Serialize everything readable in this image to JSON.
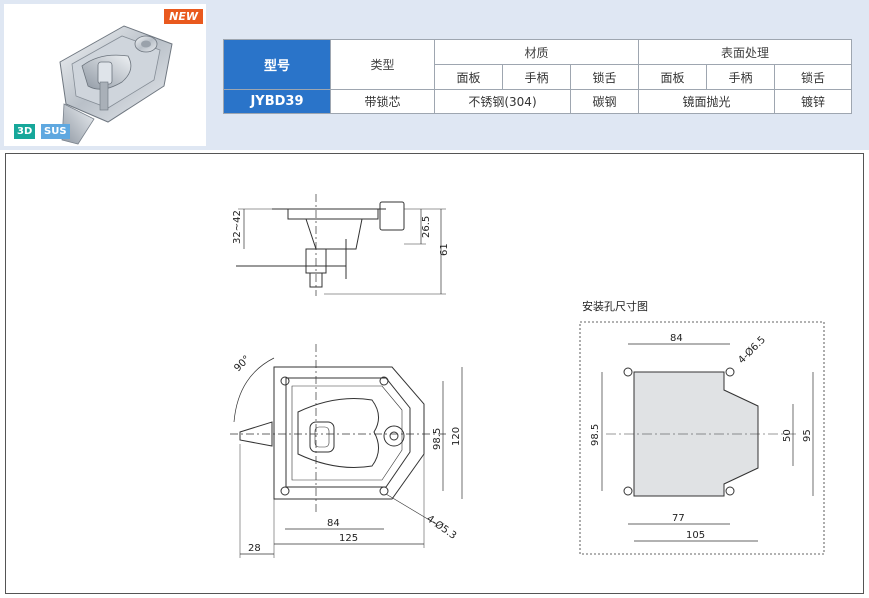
{
  "badge_new": "NEW",
  "tags": [
    "3D",
    "SUS"
  ],
  "table": {
    "headers": {
      "model": "型号",
      "type": "类型",
      "material": "材质",
      "surface": "表面处理"
    },
    "subheaders": {
      "material": [
        "面板",
        "手柄",
        "锁舌"
      ],
      "surface": [
        "面板",
        "手柄",
        "锁舌"
      ]
    },
    "row": {
      "model": "JYBD39",
      "type": "带锁芯",
      "material_panel_handle": "不锈钢(304)",
      "material_tongue": "碳钢",
      "surface_panel_handle": "镜面抛光",
      "surface_tongue": "镀锌"
    }
  },
  "drawing": {
    "side_view": {
      "dims": [
        "32~42",
        "26.5",
        "61"
      ]
    },
    "front_view": {
      "dims": [
        "90°",
        "98.5",
        "120",
        "84",
        "125",
        "28",
        "4-Ø5.3"
      ]
    },
    "install": {
      "title": "安装孔尺寸图",
      "dims": [
        "84",
        "4-Ø6.5",
        "98.5",
        "50",
        "95",
        "77",
        "105"
      ]
    }
  },
  "colors": {
    "model_blue": "#2a74c9",
    "banner_bg": "#dfe7f3",
    "new_orange": "#e9591e",
    "tag_teal": "#16a79a",
    "tag_blue": "#5fa8e0"
  }
}
